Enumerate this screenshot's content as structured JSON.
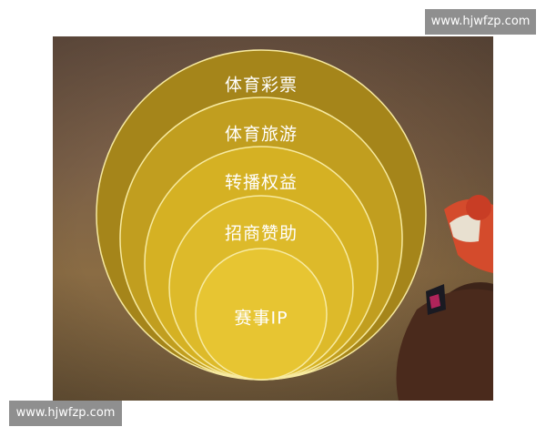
{
  "diagram": {
    "layers": [
      {
        "label": "体育彩票",
        "color": "#a5851a"
      },
      {
        "label": "体育旅游",
        "color": "#c19e1f"
      },
      {
        "label": "转播权益",
        "color": "#d5b123"
      },
      {
        "label": "招商赞助",
        "color": "#ddba2a"
      },
      {
        "label": "赛事IP",
        "color": "#e7c532"
      }
    ],
    "ring_stroke": "#f7eaa0"
  },
  "watermarks": {
    "top": "www.hjwfzp.com",
    "bottom": "www.hjwfzp.com"
  }
}
